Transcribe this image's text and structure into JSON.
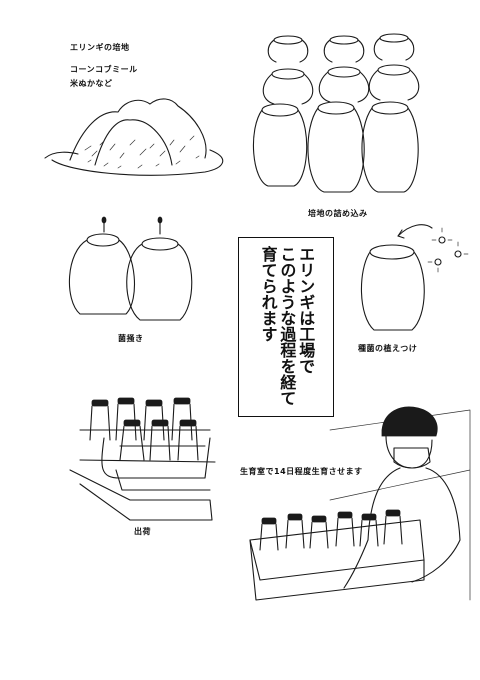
{
  "labels": {
    "medium_title": "エリンギの培地",
    "medium_ingredients_line1": "コーンコブミール",
    "medium_ingredients_line2": "米ぬかなど",
    "filling": "培地の詰め込み",
    "stirring": "菌掻き",
    "inoculation": "種菌の植えつけ",
    "growing": "生育室で14日程度生育させます",
    "shipping": "出荷"
  },
  "caption": {
    "col1": "エリンギは工場で",
    "col2": "このような過程を経て",
    "col3": "育てられます"
  }
}
